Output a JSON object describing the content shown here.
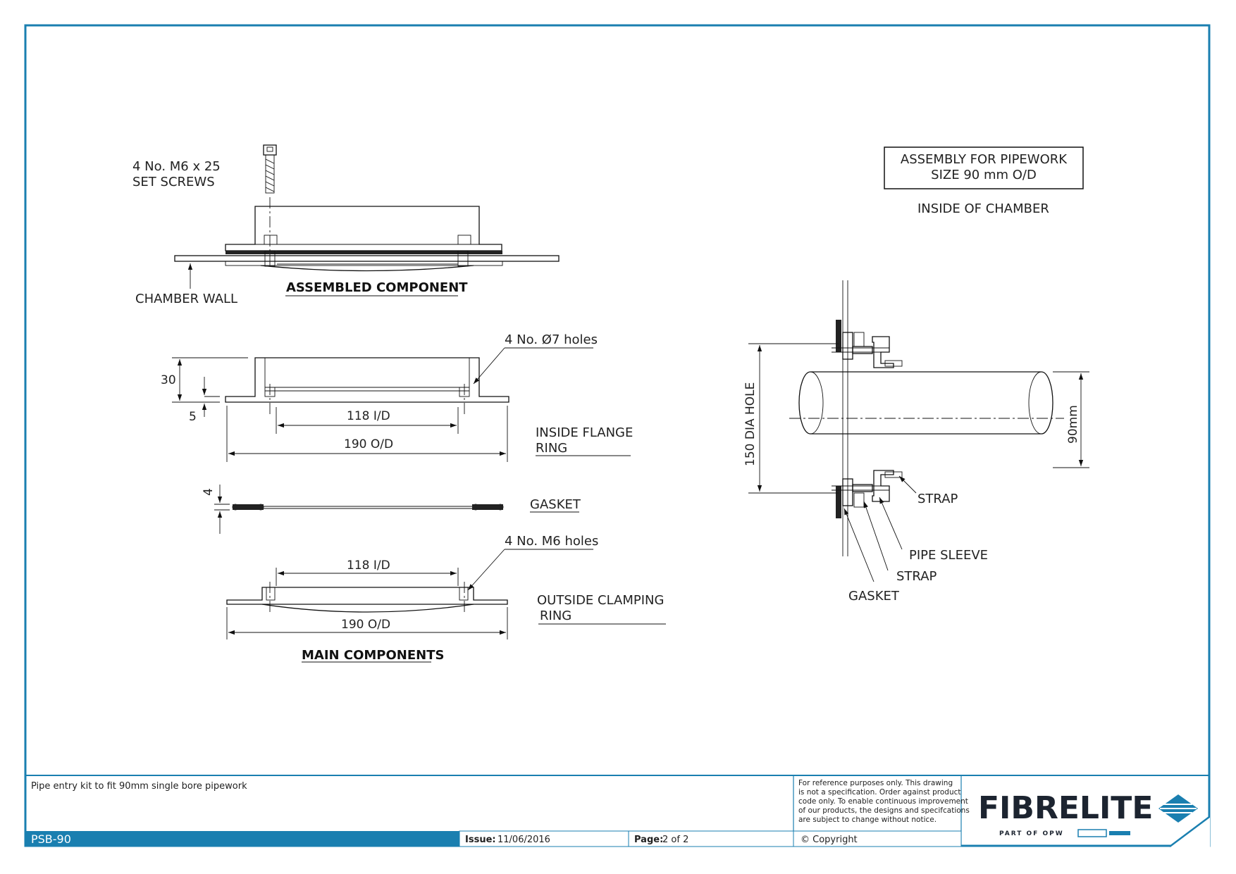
{
  "colors": {
    "frame": "#1a7fb0",
    "band": "#1a7fb0",
    "logo_text": "#1c2430"
  },
  "labels": {
    "set_screws_1": "4 No. M6 x 25",
    "set_screws_2": "SET SCREWS",
    "chamber_wall": "CHAMBER WALL",
    "assembled_component": "ASSEMBLED COMPONENT",
    "holes_7": "4 No. Ø7 holes",
    "inside_flange_1": "INSIDE FLANGE",
    "inside_flange_2": "RING",
    "gasket": "GASKET",
    "holes_m6": "4 No. M6 holes",
    "outside_clamping_1": "OUTSIDE CLAMPING",
    "outside_clamping_2": "RING",
    "main_components": "MAIN COMPONENTS",
    "assembly_box_1": "ASSEMBLY FOR PIPEWORK",
    "assembly_box_2": "SIZE 90 mm O/D",
    "inside_chamber": "INSIDE OF CHAMBER",
    "strap_1": "STRAP",
    "pipe_sleeve": "PIPE SLEEVE",
    "strap_2": "STRAP",
    "gasket_right": "GASKET"
  },
  "dimensions": {
    "d30": "30",
    "d5": "5",
    "id_118_a": "118 I/D",
    "od_190_a": "190 O/D",
    "d4": "4",
    "id_118_b": "118 I/D",
    "od_190_b": "190 O/D",
    "hole_150": "150 DIA HOLE",
    "pipe_90": "90mm"
  },
  "title_block": {
    "description": "Pipe entry kit to fit 90mm single bore pipework",
    "note_lines": [
      "For reference purposes only. This drawing",
      "is not a specification. Order against product",
      "code only.  To enable continuous improvement",
      "of our products, the designs and specifcations",
      "are subject to change without notice."
    ],
    "code": "PSB-90",
    "issue_label": "Issue:",
    "issue_value": "11/06/2016",
    "page_label": "Page:",
    "page_value": "2 of 2",
    "copyright": "© Copyright",
    "logo": "FIBRELITE",
    "logo_sub": "PART OF OPW"
  }
}
